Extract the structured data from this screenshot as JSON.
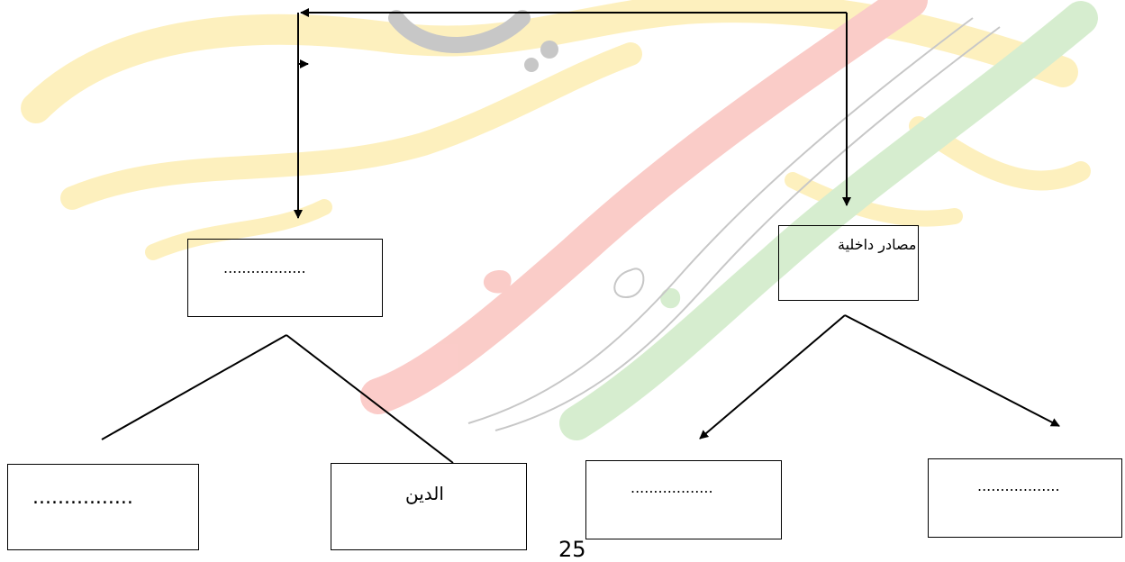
{
  "diagram": {
    "nodes": {
      "internal_sources": "مصادر داخلية",
      "blank_left_top": "..................",
      "religion": "الدين",
      "blank_bottom_far_left": "................",
      "blank_bottom_mid": "..................",
      "blank_bottom_right": ".................."
    }
  },
  "page_number": "25",
  "colors": {
    "watermark_yellow": "#fde58a",
    "watermark_red": "#f7a39c",
    "watermark_green": "#b6e0a8",
    "watermark_gray": "#9a9a9a",
    "line": "#000000"
  }
}
